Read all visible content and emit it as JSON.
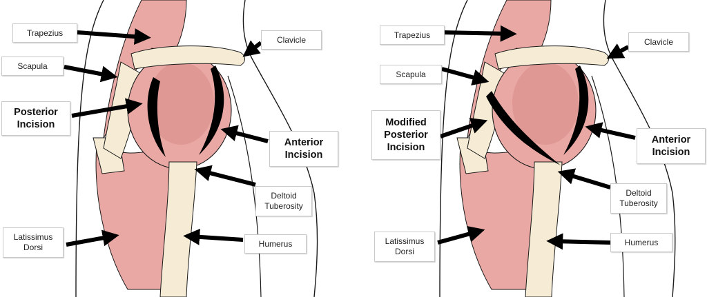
{
  "colors": {
    "muscle": "#e9a8a4",
    "muscle_dark": "#d98a86",
    "bone": "#f6ecd6",
    "outline": "#1a1a1a",
    "arrow": "#000000"
  },
  "panels": [
    {
      "labels": {
        "trapezius": "Trapezius",
        "clavicle": "Clavicle",
        "scapula": "Scapula",
        "posterior_incision": "Posterior\nIncision",
        "anterior_incision": "Anterior\nIncision",
        "deltoid_tuberosity": "Deltoid\nTuberosity",
        "latissimus_dorsi": "Latissimus\nDorsi",
        "humerus": "Humerus"
      }
    },
    {
      "labels": {
        "trapezius": "Trapezius",
        "clavicle": "Clavicle",
        "scapula": "Scapula",
        "posterior_incision": "Modified\nPosterior\nIncision",
        "anterior_incision": "Anterior\nIncision",
        "deltoid_tuberosity": "Deltoid\nTuberosity",
        "latissimus_dorsi": "Latissimus\nDorsi",
        "humerus": "Humerus"
      }
    }
  ]
}
